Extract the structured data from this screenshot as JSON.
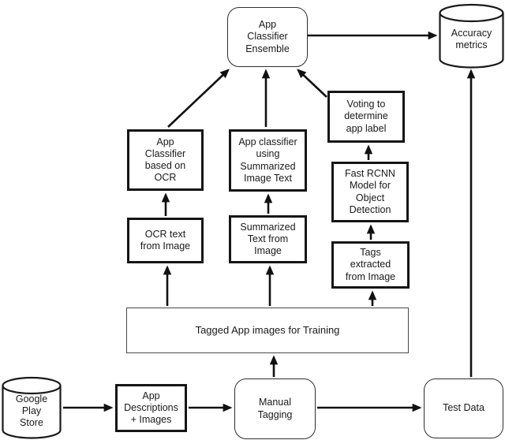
{
  "diagram": {
    "nodes": {
      "ensemble": {
        "label": "App\nClassifier\nEnsemble"
      },
      "accuracy": {
        "label": "Accuracy\nmetrics"
      },
      "voting": {
        "label": "Voting to\ndetermine\napp label"
      },
      "ocr_classifier": {
        "label": "App\nClassifier\nbased on\nOCR"
      },
      "summ_classifier": {
        "label": "App classifier\nusing\nSummarized\nImage Text"
      },
      "fast_rcnn": {
        "label": "Fast RCNN\nModel for\nObject\nDetection"
      },
      "ocr_text": {
        "label": "OCR text\nfrom Image"
      },
      "summ_text": {
        "label": "Summarized\nText from\nImage"
      },
      "tags": {
        "label": "Tags\nextracted\nfrom Image"
      },
      "tagged_training": {
        "label": "Tagged App images for Training"
      },
      "google_play": {
        "label": "Google\nPlay\nStore"
      },
      "app_desc": {
        "label": "App\nDescriptions\n+ Images"
      },
      "manual_tagging": {
        "label": "Manual\nTagging"
      },
      "test_data": {
        "label": "Test Data"
      }
    },
    "colors": {
      "border_bold": "#151515",
      "border_thin": "#4a4a4a",
      "arrow": "#111111",
      "background": "#ffffff",
      "text": "#1a1a1a"
    }
  }
}
